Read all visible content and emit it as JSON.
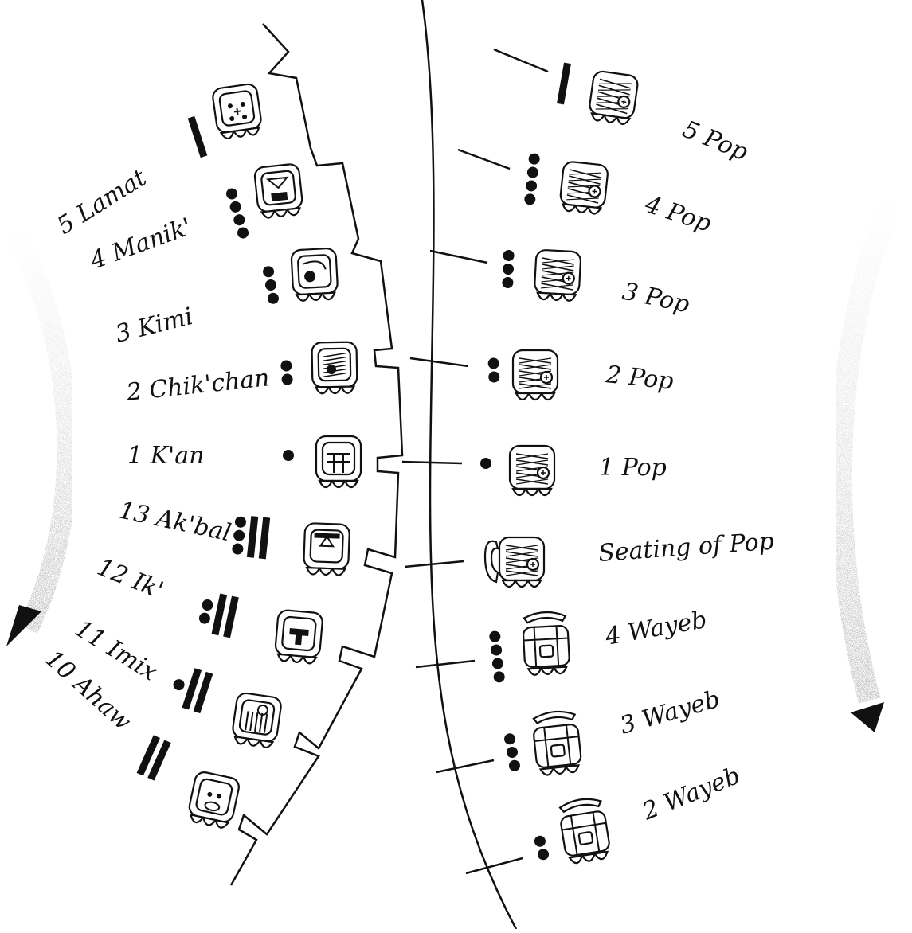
{
  "colors": {
    "ink": "#111111",
    "glyph_fill": "#ffffff",
    "background": "#ffffff"
  },
  "tzolkin": {
    "icon": "gear-wheel-icon",
    "days": [
      {
        "label": "5 Lamat",
        "number": 5,
        "icon": "lamat-day-glyph-icon"
      },
      {
        "label": "4 Manik'",
        "number": 4,
        "icon": "manik-day-glyph-icon"
      },
      {
        "label": "3 Kimi",
        "number": 3,
        "icon": "kimi-day-glyph-icon"
      },
      {
        "label": "2 Chik'chan",
        "number": 2,
        "icon": "chikchan-day-glyph-icon"
      },
      {
        "label": "1 K'an",
        "number": 1,
        "icon": "kan-day-glyph-icon"
      },
      {
        "label": "13 Ak'bal",
        "number": 13,
        "icon": "akbal-day-glyph-icon"
      },
      {
        "label": "12 Ik'",
        "number": 12,
        "icon": "ik-day-glyph-icon"
      },
      {
        "label": "11 Imix",
        "number": 11,
        "icon": "imix-day-glyph-icon"
      },
      {
        "label": "10 Ahaw",
        "number": 10,
        "icon": "ahaw-day-glyph-icon"
      }
    ]
  },
  "haab": {
    "icon": "gear-wheel-icon",
    "days": [
      {
        "label": "5 Pop",
        "number": 5,
        "icon": "pop-month-glyph-icon"
      },
      {
        "label": "4 Pop",
        "number": 4,
        "icon": "pop-month-glyph-icon"
      },
      {
        "label": "3 Pop",
        "number": 3,
        "icon": "pop-month-glyph-icon"
      },
      {
        "label": "2 Pop",
        "number": 2,
        "icon": "pop-month-glyph-icon"
      },
      {
        "label": "1 Pop",
        "number": 1,
        "icon": "pop-month-glyph-icon"
      },
      {
        "label": "Seating of Pop",
        "number": 0,
        "icon": "seating-glyph-icon"
      },
      {
        "label": "4 Wayeb",
        "number": 4,
        "icon": "wayeb-month-glyph-icon"
      },
      {
        "label": "3 Wayeb",
        "number": 3,
        "icon": "wayeb-month-glyph-icon"
      },
      {
        "label": "2 Wayeb",
        "number": 2,
        "icon": "wayeb-month-glyph-icon"
      }
    ]
  },
  "arrows": {
    "left": "rotation-arrow-icon",
    "right": "rotation-arrow-icon"
  }
}
